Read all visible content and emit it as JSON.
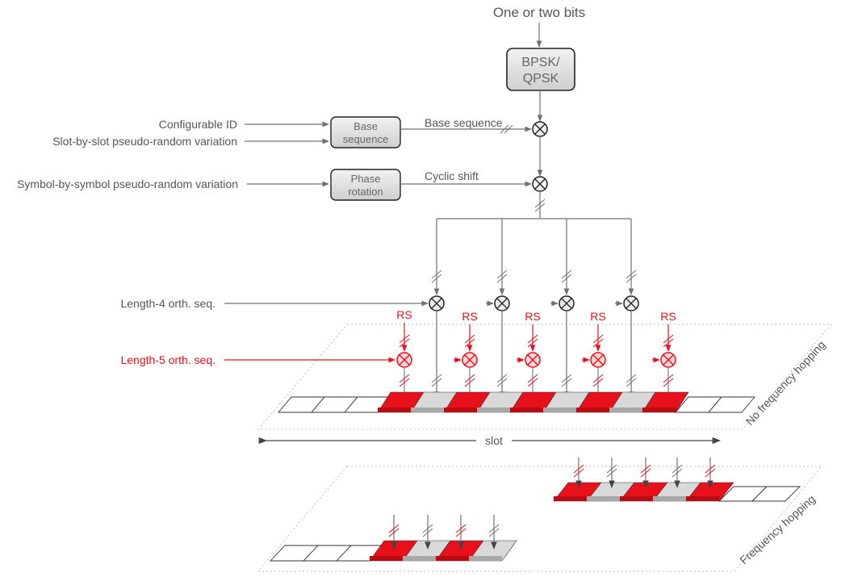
{
  "input_label": "One or two bits",
  "modulator": {
    "line1": "BPSK/",
    "line2": "QPSK"
  },
  "base_seq_box": {
    "line1": "Base",
    "line2": "sequence"
  },
  "phase_box": {
    "line1": "Phase",
    "line2": "rotation"
  },
  "inputs": {
    "configurable_id": "Configurable ID",
    "slot_variation": "Slot-by-slot pseudo-random variation",
    "symbol_variation": "Symbol-by-symbol pseudo-random variation",
    "len4": "Length-4 orth. seq.",
    "len5": "Length-5 orth. seq."
  },
  "signals": {
    "base_sequence": "Base sequence",
    "cyclic_shift": "Cyclic shift"
  },
  "rs_label": "RS",
  "slot_label": "slot",
  "planes": {
    "no_hopping": "No frequency hopping",
    "hopping": "Frequency hopping"
  },
  "colors": {
    "rs": "#e8101a",
    "data": "#d9d9d9",
    "line": "#707070",
    "box_fill": "#e0e0e0"
  }
}
